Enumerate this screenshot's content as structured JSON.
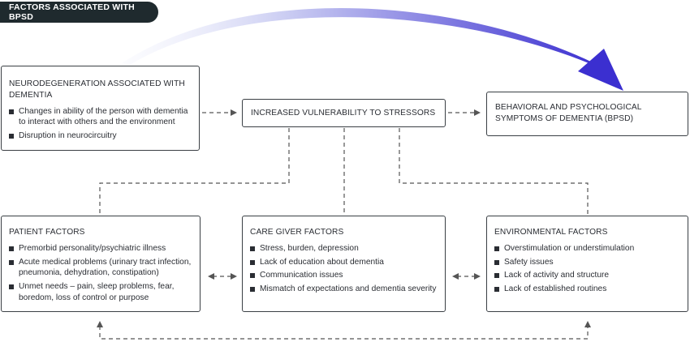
{
  "header": {
    "title": "FACTORS ASSOCIATED WITH BPSD"
  },
  "boxes": {
    "neuro": {
      "title": "NEURODEGENERATION ASSOCIATED WITH DEMENTIA",
      "items": [
        "Changes in ability of the person with dementia to interact with others and the environment",
        "Disruption in neurocircuitry"
      ]
    },
    "vulnerability": {
      "title": "INCREASED VULNERABILITY TO STRESSORS"
    },
    "bpsd": {
      "title": "BEHAVIORAL AND PSYCHOLOGICAL SYMPTOMS OF DEMENTIA (BPSD)"
    },
    "patient": {
      "title": "PATIENT FACTORS",
      "items": [
        "Premorbid personality/psychiatric illness",
        "Acute medical problems (urinary tract infection, pneumonia, dehydration, constipation)",
        "Unmet needs – pain, sleep problems, fear, boredom, loss of control or purpose"
      ]
    },
    "caregiver": {
      "title": "CARE GIVER FACTORS",
      "items": [
        "Stress, burden, depression",
        "Lack of education about dementia",
        "Communication issues",
        "Mismatch of expectations and dementia severity"
      ]
    },
    "environment": {
      "title": "ENVIRONMENTAL FACTORS",
      "items": [
        "Overstimulation or understimulation",
        "Safety issues",
        "Lack of activity and structure",
        "Lack of established routines"
      ]
    }
  },
  "colors": {
    "pill_bg": "#1f2a2e",
    "arrow_start": "#e4e6f8",
    "arrow_end": "#3b2fd0",
    "box_border": "#3a3f44",
    "connector": "#555555"
  }
}
